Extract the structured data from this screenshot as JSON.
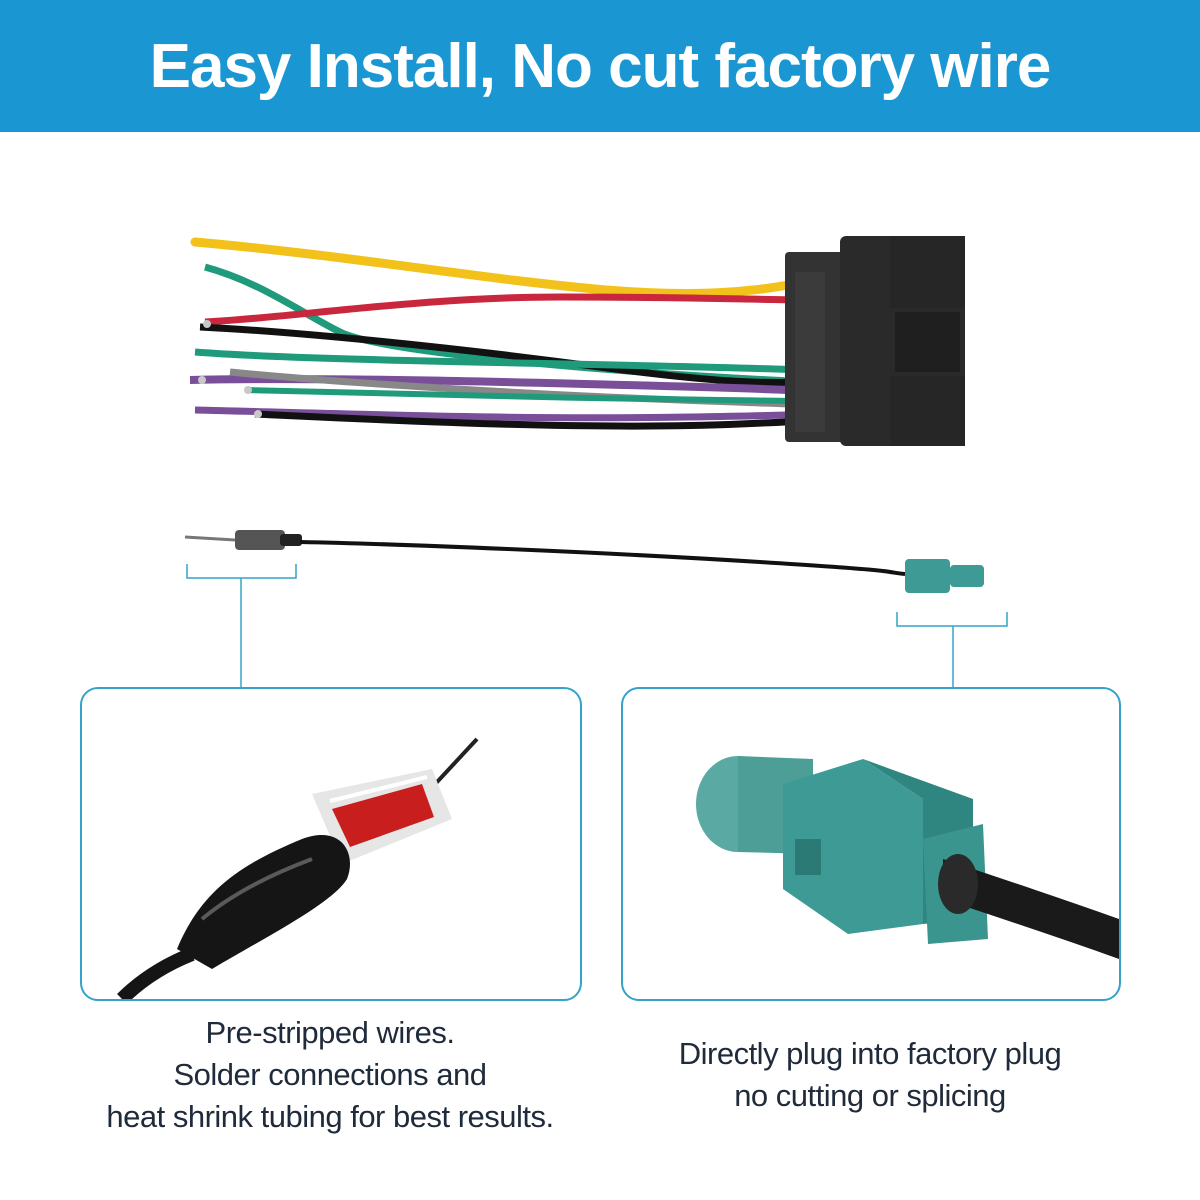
{
  "banner": {
    "title": "Easy Install, No cut factory wire",
    "color": "#1a97d2"
  },
  "products": {
    "wire_colors": [
      "#f2c21b",
      "#111111",
      "#c8273d",
      "#1f9a7b",
      "#7a4f9a",
      "#888888"
    ],
    "connector_color": "#2a2a2a",
    "antenna_plug_color": "#3d9a95"
  },
  "left_panel": {
    "caption_lines": [
      "Pre-stripped wires.",
      "Solder connections and",
      "heat shrink tubing for best results."
    ]
  },
  "right_panel": {
    "caption_lines": [
      "Directly plug into factory plug",
      "no cutting or splicing"
    ]
  },
  "accent_color": "#35a3c9"
}
